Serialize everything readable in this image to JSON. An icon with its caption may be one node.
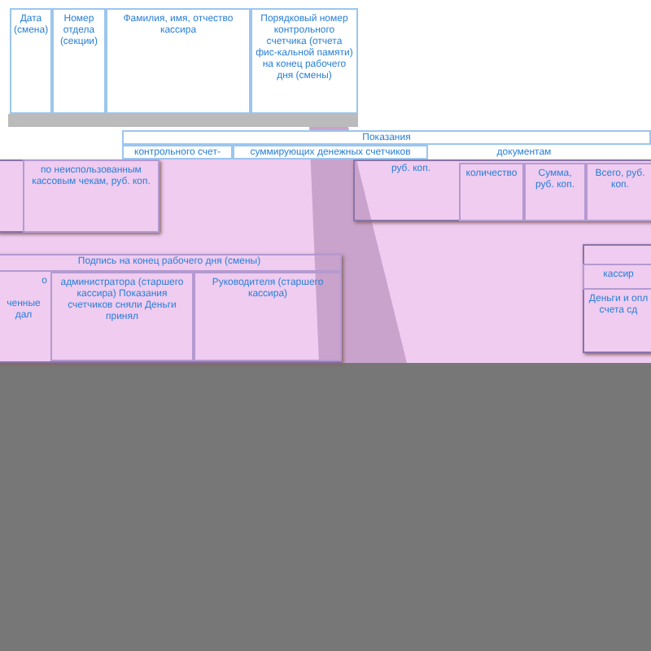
{
  "diagram": {
    "labels": [
      "Дата (смена)",
      "Номер отдела (секции)",
      "Фамилия, имя, отчество кассира",
      "Порядковый номер контрольного счетчика (отчета фис-кальной памяти) на конец рабочего дня (смены)",
      "Показания",
      "контрольного счет-",
      "суммирующих денежных счетчиков",
      "по неиспользованным кассовым чекам, руб. коп.",
      "руб. коп.",
      "документам",
      "количество",
      "Сумма, руб. коп.",
      "Всего, руб. коп.",
      "Подпись на конец рабочего дня (смены)",
      "о",
      "ченные дал",
      "администратора (старшего кассира) Показания счетчиков сняли Деньги принял",
      "Руководителя (старшего кассира)",
      "кассир",
      "Деньги и опл счета сд"
    ]
  }
}
